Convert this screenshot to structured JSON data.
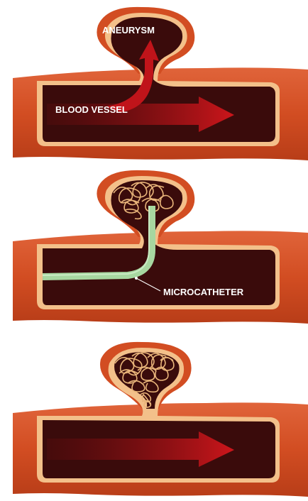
{
  "labels": {
    "aneurysm": "ANEURYSM",
    "blood_vessel": "BLOOD VESSEL",
    "microcatheter": "MICROCATHETER"
  },
  "panels": [
    {
      "stage": "aneurysm with blood flow"
    },
    {
      "stage": "coiling through microcatheter"
    },
    {
      "stage": "aneurysm filled with coils"
    }
  ],
  "colors": {
    "vessel_outer": "#d9552a",
    "vessel_mid": "#b8401c",
    "vessel_wall": "#f3c08a",
    "lumen": "#3a0b0b",
    "flow_arrow": "#c0141a",
    "catheter": "#a7d7a0",
    "coil": "#e9b57a"
  }
}
